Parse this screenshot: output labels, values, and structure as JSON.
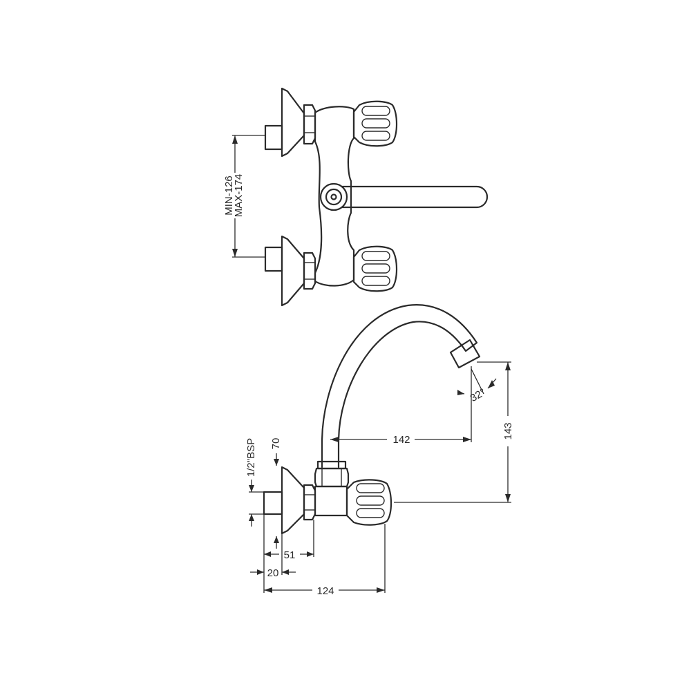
{
  "top_view": {
    "spacing_min": "MIN-126",
    "spacing_max": "MAX-174"
  },
  "side_view": {
    "dim_spout_reach": "142",
    "dim_spout_height": "143",
    "dim_spout_angle": "32°",
    "dim_thread": "1/2\"BSP",
    "dim_offset": "70",
    "dim_body_depth": "51",
    "dim_inlet_length": "20",
    "dim_overall_depth": "124"
  }
}
